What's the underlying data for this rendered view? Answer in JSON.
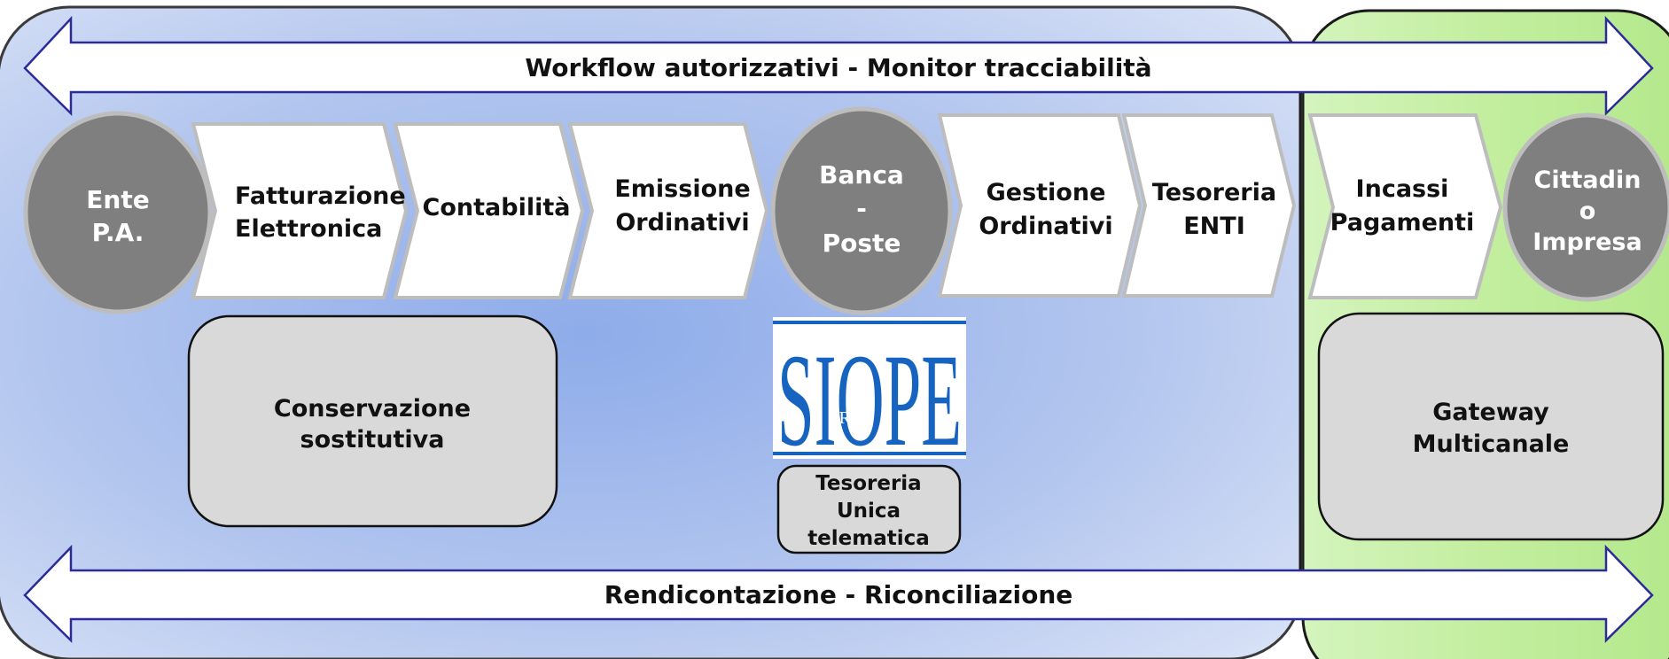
{
  "banners": {
    "top": "Workflow autorizzativi - Monitor  tracciabilità",
    "bottom": "Rendicontazione - Riconciliazione"
  },
  "circles": {
    "ente": [
      "Ente",
      "P.A."
    ],
    "banca": [
      "Banca",
      "-",
      "Poste"
    ],
    "cittadino": [
      "Cittadin",
      "o",
      "Impresa"
    ]
  },
  "chevrons": {
    "fatturazione": [
      "Fatturazione",
      "Elettronica"
    ],
    "contabilita": [
      "Contabilità"
    ],
    "emissione": [
      "Emissione",
      "Ordinativi"
    ],
    "gestione": [
      "Gestione",
      "Ordinativi"
    ],
    "tesoreria_enti": [
      "Tesoreria",
      "ENTI"
    ],
    "incassi": [
      "Incassi",
      "Pagamenti"
    ]
  },
  "boxes": {
    "conservazione": [
      "Conservazione",
      "sostitutiva"
    ],
    "tesoreria_unica": [
      "Tesoreria",
      "Unica",
      "telematica"
    ],
    "gateway": [
      "Gateway",
      "Multicanale"
    ]
  },
  "logo": {
    "text": "SIOPE",
    "subtext": "RGS"
  },
  "colors": {
    "blue_panel": "#b4c8ee",
    "green_panel": "#c4eea4",
    "circle_fill": "#7f7f7f",
    "box_fill": "#d9d9d9",
    "arrow_stroke": "#2b2b9a",
    "logo_blue": "#1763c0"
  }
}
